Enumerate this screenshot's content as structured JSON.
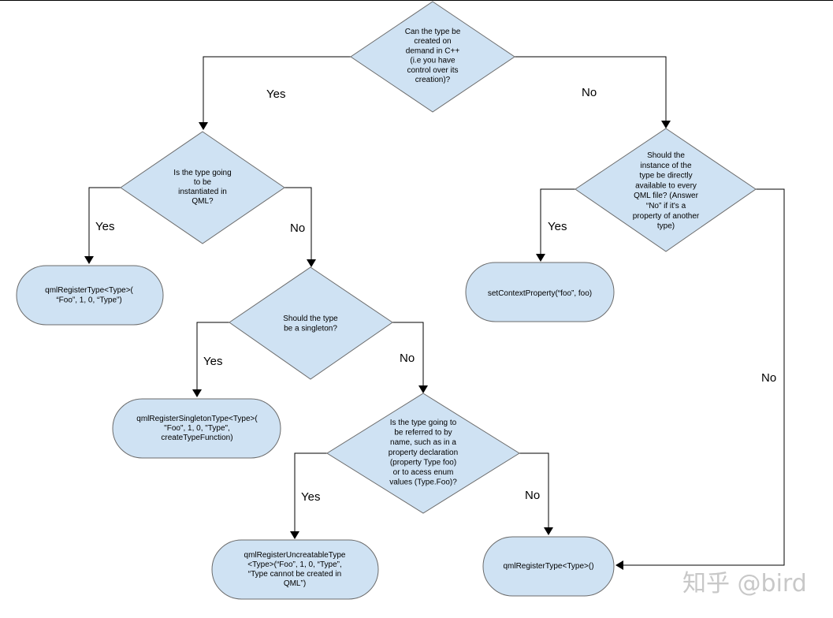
{
  "nodes": {
    "d1": [
      "Can the type be",
      "created on",
      "demand in C++",
      "(i.e you have",
      "control over its",
      "creation)?"
    ],
    "d2": [
      "Is the type going",
      "to be",
      "instantiated in",
      "QML?"
    ],
    "d3": [
      "Should the",
      "instance of the",
      "type be directly",
      "available to every",
      "QML file? (Answer",
      "“No” if it's a",
      "property of another",
      "type)"
    ],
    "d4": [
      "Should the type",
      "be a singleton?"
    ],
    "d5": [
      "Is the type going to",
      "be referred to by",
      "name, such as in a",
      "property declaration",
      "(property Type foo)",
      "or to acess enum",
      "values (Type.Foo)?"
    ],
    "t1": [
      "qmlRegisterType<Type>(",
      "“Foo”, 1, 0, “Type”)"
    ],
    "t2": [
      "setContextProperty(“foo”, foo)"
    ],
    "t3": [
      "qmlRegisterSingletonType<Type>(",
      "\"Foo\", 1, 0, \"Type\",",
      "createTypeFunction)"
    ],
    "t4": [
      "qmlRegisterUncreatableType",
      "<Type>(“Foo”, 1, 0, “Type”,",
      "“Type cannot be created in",
      "QML”)"
    ],
    "t5": [
      "qmlRegisterType<Type>()"
    ]
  },
  "edge_labels": {
    "d1_yes": "Yes",
    "d1_no": "No",
    "d2_yes": "Yes",
    "d2_no": "No",
    "d3_yes": "Yes",
    "d3_no": "No",
    "d4_yes": "Yes",
    "d4_no": "No",
    "d5_yes": "Yes",
    "d5_no": "No"
  },
  "watermark": "知乎 @bird",
  "colors": {
    "fill": "#cfe2f3",
    "stroke": "#6b6b6b",
    "line": "#000000"
  }
}
